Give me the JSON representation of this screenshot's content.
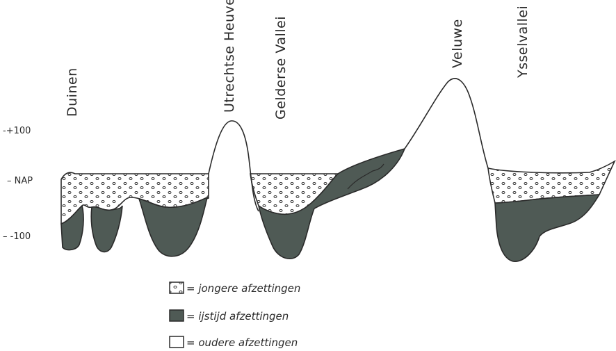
{
  "colors": {
    "ice_age_fill": "#4f5a55",
    "outline": "#2a2a2a",
    "dots": "#333333",
    "older_fill": "#ffffff"
  },
  "regions": [
    {
      "label": "Duinen"
    },
    {
      "label": "Utrechtse Heuvelrug"
    },
    {
      "label": "Gelderse Vallei"
    },
    {
      "label": "Veluwe"
    },
    {
      "label": "Ysselvallei"
    }
  ],
  "axis": {
    "plus100": "-+100",
    "nap": "– NAP",
    "minus100": "– -100"
  },
  "legend": [
    {
      "pattern": "dotted",
      "text": "= jongere afzettingen"
    },
    {
      "pattern": "dark",
      "text": "= ijstijd afzettingen"
    },
    {
      "pattern": "empty",
      "text": "= oudere afzettingen"
    }
  ]
}
